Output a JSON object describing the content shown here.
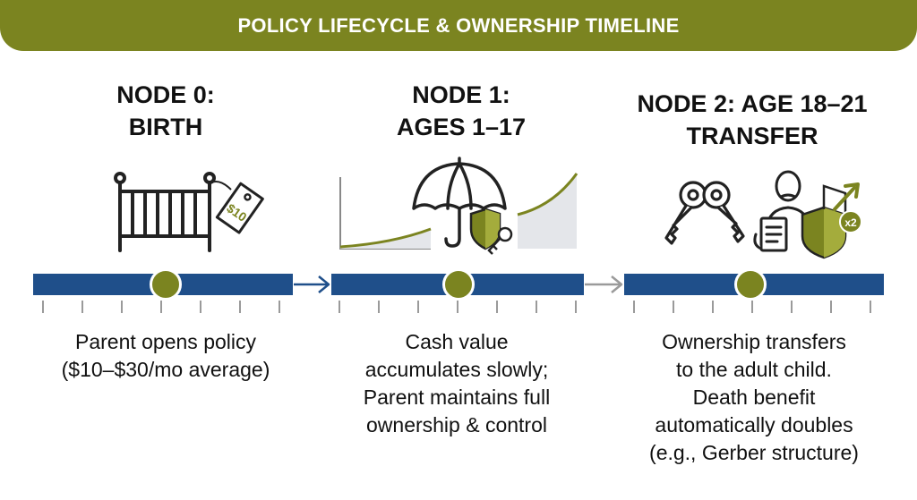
{
  "header": {
    "title": "POLICY LIFECYCLE & OWNERSHIP TIMELINE"
  },
  "nodes": [
    {
      "title_lines": [
        "NODE 0:",
        "BIRTH"
      ],
      "description_lines": [
        "Parent opens policy",
        "($10–$30/mo average)"
      ],
      "tag_label": "$10"
    },
    {
      "title_lines": [
        "NODE 1:",
        "AGES 1–17"
      ],
      "description_lines": [
        "Cash value",
        "accumulates slowly;",
        "Parent maintains full",
        "ownership & control"
      ]
    },
    {
      "title_lines": [
        "NODE 2: AGE 18–21",
        "TRANSFER"
      ],
      "description_lines": [
        "Ownership transfers",
        "to the adult child.",
        "Death benefit",
        "automatically doubles",
        "(e.g., Gerber structure)"
      ],
      "badge_label": "x2"
    }
  ],
  "colors": {
    "banner": "#7b8420",
    "timeline_bar": "#1f4f8a",
    "node_dot": "#7b8420",
    "accent_green": "#7b8420"
  },
  "icons": {
    "node0": [
      "crib-icon",
      "price-tag-icon"
    ],
    "node1": [
      "growth-curve-icon",
      "umbrella-icon",
      "shield-key-icon"
    ],
    "node2": [
      "keys-icon",
      "person-document-icon",
      "shield-growth-icon"
    ]
  }
}
